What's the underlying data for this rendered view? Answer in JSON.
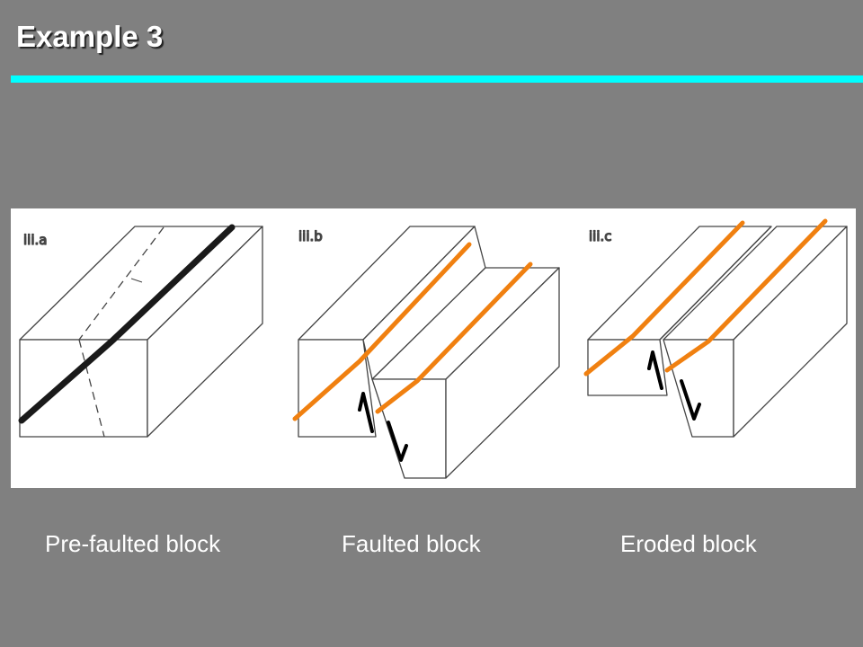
{
  "slide": {
    "title": "Example 3",
    "accent_color": "#00ffff",
    "background_color": "#808080"
  },
  "figure": {
    "panels": [
      {
        "label": "iii.a",
        "caption": "Pre-faulted block"
      },
      {
        "label": "iii.b",
        "caption": "Faulted block"
      },
      {
        "label": "iii.c",
        "caption": "Eroded block"
      }
    ],
    "bed_color": "#f08010",
    "arrow_icon_names": [
      "up-arrow-icon",
      "down-arrow-icon"
    ]
  }
}
